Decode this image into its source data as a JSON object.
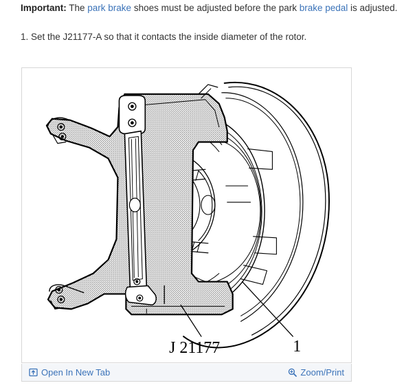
{
  "document": {
    "important": {
      "label": "Important:",
      "text_before_link1": " The ",
      "link1": "park brake",
      "text_between": " shoes must be adjusted before the park ",
      "link2": "brake pedal",
      "text_after_link2": " is adjusted."
    },
    "steps": [
      "1. Set the J21177-A so that it contacts the inside diameter of the rotor."
    ]
  },
  "figure": {
    "alt": "Rear disc brake assembly with J 21177 gauge tool positioned against rotor inside diameter",
    "tool_label": "J 21177",
    "callout_1": "1",
    "parts": {
      "rotor": "brake-rotor",
      "hub": "wheel-hub",
      "studs": "wheel-studs",
      "backing_plate": "brake-backing-plate",
      "knuckle": "steering-knuckle",
      "gauge": "j21177-gauge-tool"
    }
  },
  "toolbar": {
    "open_new_tab": {
      "label": "Open In New Tab",
      "icon": "open-in-new-tab-icon"
    },
    "zoom_print": {
      "label": "Zoom/Print",
      "icon": "magnifier-plus-icon"
    }
  },
  "colors": {
    "link": "#3b73b9",
    "text": "#333333",
    "panel_border": "#d7d7d7",
    "toolbar_background": "#f4f6f9",
    "line_art": "#000000"
  }
}
